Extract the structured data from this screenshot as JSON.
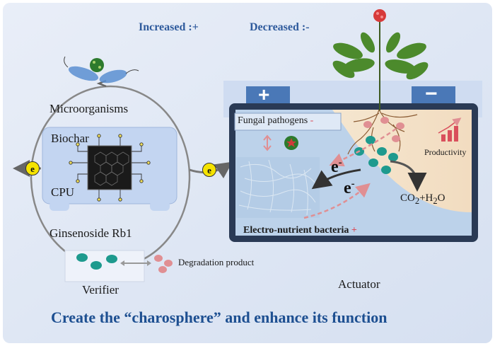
{
  "legend": {
    "increased": "Increased :+",
    "decreased": "Decreased :-"
  },
  "left_panel": {
    "microorganisms": "Microorganisms",
    "biochar": "Biochar",
    "cpu": "CPU",
    "ginsenoside": "Ginsenoside Rb1",
    "degradation": "Degradation  product",
    "verifier": "Verifier",
    "electron_badge": "e"
  },
  "right_panel": {
    "plus": "+",
    "minus": "−",
    "fungal": "Fungal pathogens",
    "fungal_sign": "-",
    "productivity": "Productivity",
    "electron": "e",
    "electron_sup": "-",
    "co2": "CO",
    "co2_sub": "2",
    "h2o": "+H",
    "h2o_sub": "2",
    "h2o_tail": "O",
    "bacteria": "Electro-nutrient bacteria",
    "bacteria_sign": "+",
    "actuator": "Actuator"
  },
  "footer": "Create the “charosphere” and enhance its function",
  "colors": {
    "title_blue": "#2e5a9c",
    "teal": "#1e9a8e",
    "pink": "#e08f93",
    "red_sign": "#d94f5c"
  }
}
